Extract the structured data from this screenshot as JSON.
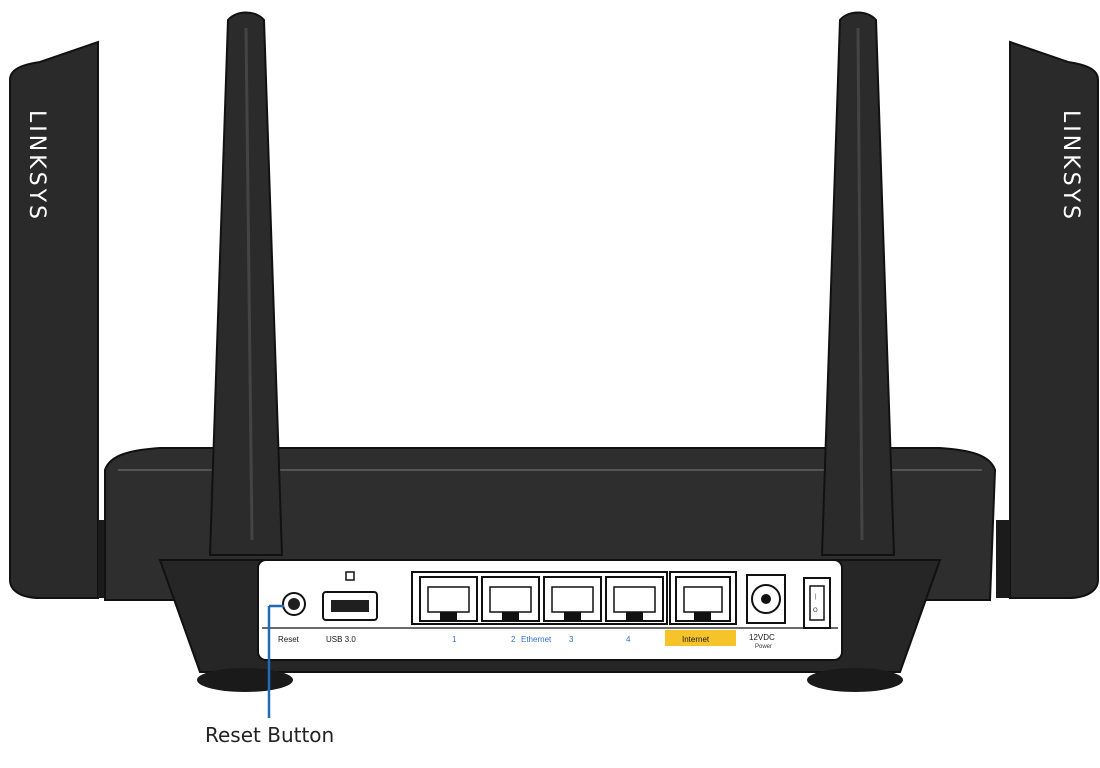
{
  "brand": {
    "left_panel": "LINKSYS",
    "right_panel": "LINKSYS"
  },
  "ports": {
    "reset": "Reset",
    "usb": "USB 3.0",
    "eth1": "1",
    "eth2": "2",
    "ethernet": "Ethernet",
    "eth3": "3",
    "eth4": "4",
    "internet": "Internet",
    "power": "12VDC",
    "power_sub": "Power",
    "switch_on": "|",
    "switch_off": "O"
  },
  "callout": {
    "label": "Reset Button"
  },
  "colors": {
    "body": "#2b2b2b",
    "ethernet_label": "#2f6fd0",
    "internet_highlight": "#f6c32a",
    "callout_line": "#1f6bb5"
  }
}
